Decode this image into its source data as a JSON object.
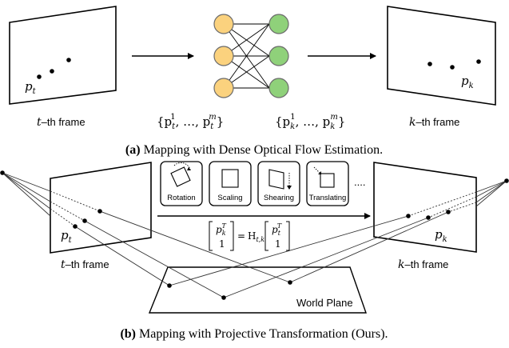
{
  "panel_a": {
    "left_point_label": "p",
    "left_point_sub": "t",
    "left_frame_var": "t",
    "left_frame_suffix": "–th frame",
    "right_point_label": "p",
    "right_point_sub": "k",
    "right_frame_var": "k",
    "right_frame_suffix": "–th frame",
    "set_left": "{p",
    "set_left_sub": "t",
    "set_left_sup_first": "1",
    "set_left_mid": ", …, p",
    "set_left_sup_last": "m",
    "set_left_end": "}",
    "set_right": "{p",
    "set_right_sub": "k",
    "set_right_sup_first": "1",
    "set_right_mid": ", …, p",
    "set_right_sup_last": "m",
    "set_right_end": "}",
    "caption_tag": "(a)",
    "caption_text": " Mapping with Dense Optical Flow Estimation.",
    "node_color_input": "#fbd27e",
    "node_color_output": "#8fd17a"
  },
  "panel_b": {
    "left_point_label": "p",
    "left_point_sub": "t",
    "left_frame_var": "t",
    "left_frame_suffix": "–th frame",
    "right_point_label": "p",
    "right_point_sub": "k",
    "right_frame_var": "k",
    "right_frame_suffix": "–th frame",
    "world_plane": "World Plane",
    "transforms": [
      {
        "label": "Rotation",
        "icon": "rotation-icon"
      },
      {
        "label": "Scaling",
        "icon": "scaling-icon"
      },
      {
        "label": "Shearing",
        "icon": "shearing-icon"
      },
      {
        "label": "Translating",
        "icon": "translating-icon"
      }
    ],
    "ellipsis": "....",
    "eq_lhs_top": "p",
    "eq_lhs_top_sub": "k",
    "eq_lhs_top_sup": "T",
    "eq_lhs_bottom": "1",
    "eq_equals": "=",
    "eq_H": "H",
    "eq_H_sub": "t,k",
    "eq_rhs_top": "p",
    "eq_rhs_top_sub": "t",
    "eq_rhs_top_sup": "T",
    "eq_rhs_bottom": "1",
    "caption_tag": "(b)",
    "caption_text": " Mapping with Projective Transformation (Ours)."
  }
}
